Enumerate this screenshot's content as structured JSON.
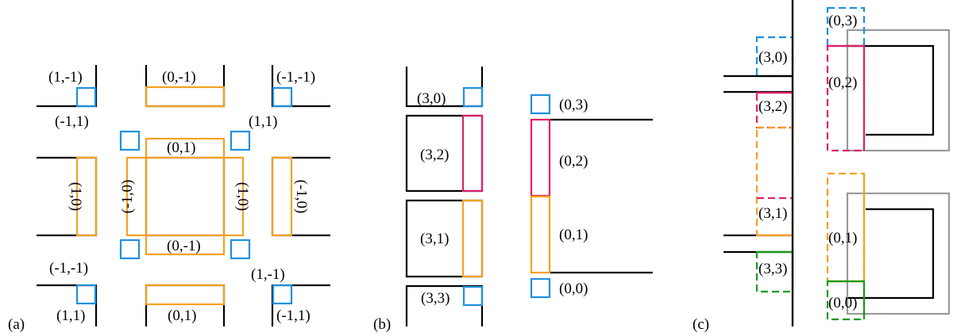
{
  "panels": {
    "a": {
      "tag": "(a)",
      "labels": {
        "top_left": "(1,-1)",
        "top_mid": "(0,-1)",
        "top_right": "(-1,-1)",
        "upper_left_diag": "(-1,1)",
        "upper_right_diag": "(1,1)",
        "center_top": "(0,1)",
        "left_vert": "(1,0)",
        "center_left_vert": "(-1,0)",
        "center_right_vert": "(1,0)",
        "right_vert": "(-1,0)",
        "center_bottom": "(0,-1)",
        "lower_left_diag": "(-1,-1)",
        "lower_right_diag": "(1,-1)",
        "bottom_left": "(1,1)",
        "bottom_mid": "(0,1)",
        "bottom_right": "(-1,1)"
      }
    },
    "b": {
      "tag": "(b)",
      "labels": {
        "left_top": "(3,0)",
        "left_upper": "(3,2)",
        "left_lower": "(3,1)",
        "left_bottom": "(3,3)",
        "right_top": "(0,3)",
        "right_upper": "(0,2)",
        "right_lower": "(0,1)",
        "right_bottom": "(0,0)"
      }
    },
    "c": {
      "tag": "(c)",
      "labels": {
        "left_top": "(3,0)",
        "left_upper": "(3,2)",
        "left_lower": "(3,1)",
        "left_bottom": "(3,3)",
        "right_top": "(0,3)",
        "right_upper": "(0,2)",
        "right_lower": "(0,1)",
        "right_bottom": "(0,0)"
      }
    }
  },
  "colors": {
    "line": "#000000",
    "blue": "#1e90e0",
    "orange": "#f5a020",
    "pink": "#e0206a",
    "green": "#1a9a1a",
    "gray": "#9a9a9a"
  }
}
